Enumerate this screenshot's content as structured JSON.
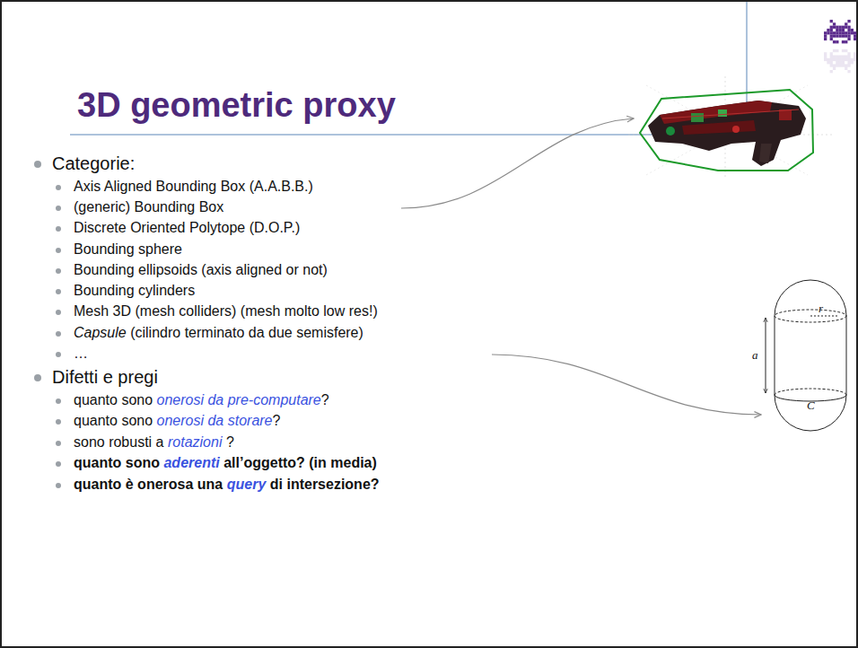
{
  "diagram": {
    "title": "3D geometric proxy",
    "labels": [
      "Categorie:",
      "Axis Aligned Bounding Box (A.A.B.B.)",
      "(generic) Bounding Box",
      "Discrete Oriented Polytope (D.O.P.)",
      "Bounding sphere",
      "Bounding ellipsoids (axis aligned or not)",
      "Bounding cylinders",
      "Mesh 3D (mesh colliders) (mesh molto low res!)",
      "Capsule",
      "(cilindro terminato da due semisfere)",
      "…",
      "Difetti e pregi",
      "quanto sono",
      "onerosi da pre-computare",
      "?",
      "quanto sono",
      "onerosi da storare",
      "?",
      "sono robusti a",
      "rotazioni",
      "?",
      "quanto sono",
      "aderenti",
      "all’oggetto? (in media)",
      "quanto è onerosa una",
      "query",
      "di intersezione?",
      "r",
      "a",
      "C"
    ]
  }
}
